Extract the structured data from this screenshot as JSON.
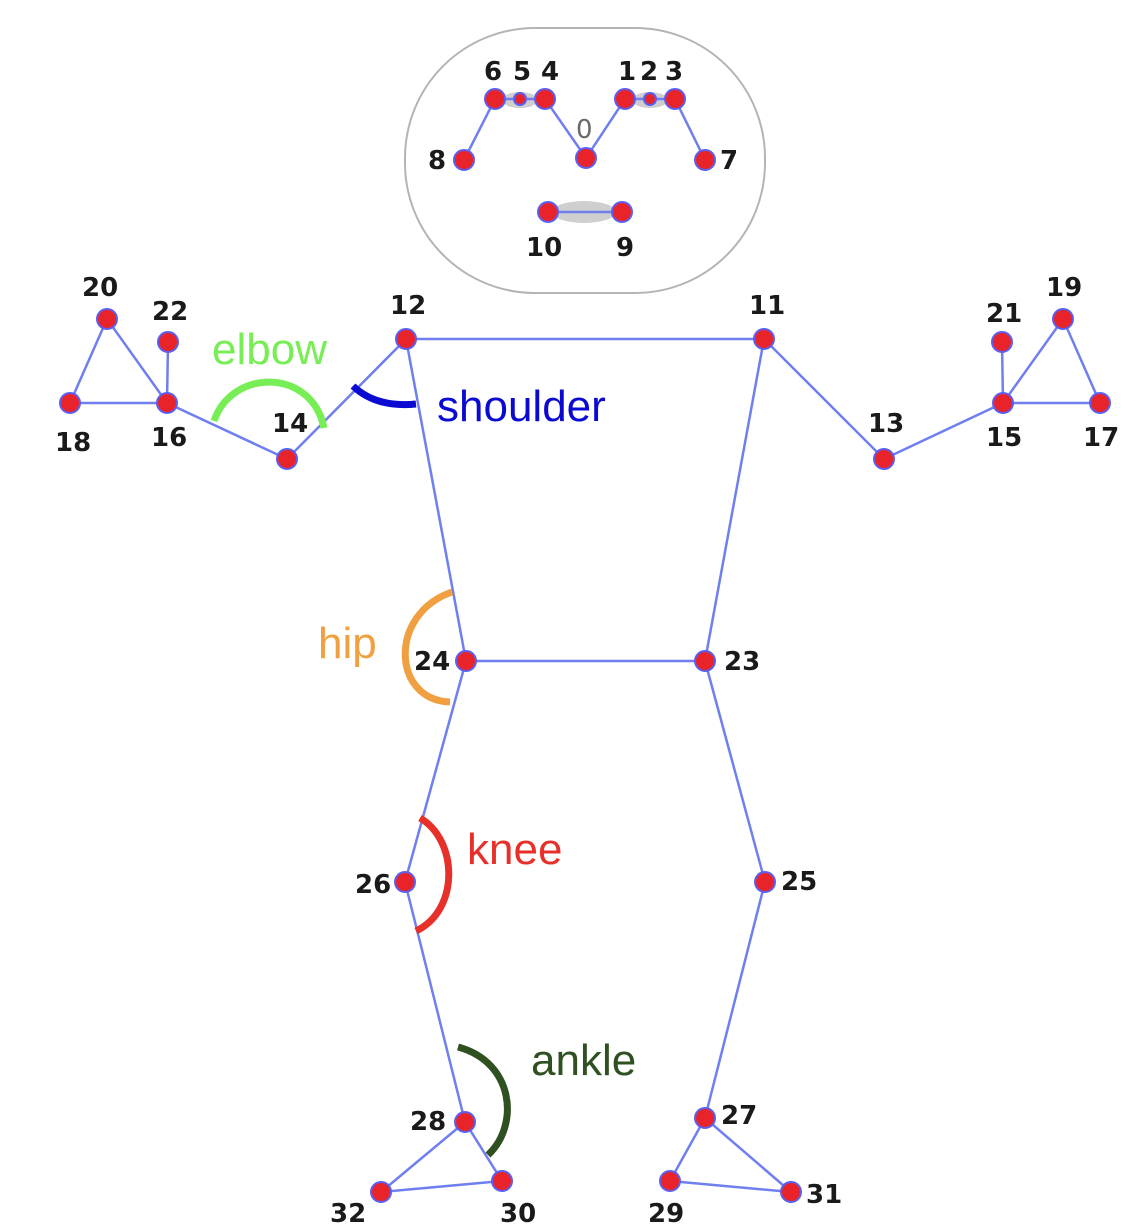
{
  "keypoint_labels": {
    "k0": "0",
    "k1": "1",
    "k2": "2",
    "k3": "3",
    "k4": "4",
    "k5": "5",
    "k6": "6",
    "k7": "7",
    "k8": "8",
    "k9": "9",
    "k10": "10",
    "k11": "11",
    "k12": "12",
    "k13": "13",
    "k14": "14",
    "k15": "15",
    "k16": "16",
    "k17": "17",
    "k18": "18",
    "k19": "19",
    "k20": "20",
    "k21": "21",
    "k22": "22",
    "k23": "23",
    "k24": "24",
    "k25": "25",
    "k26": "26",
    "k27": "27",
    "k28": "28",
    "k29": "29",
    "k30": "30",
    "k31": "31",
    "k32": "32"
  },
  "joint_labels": {
    "elbow": "elbow",
    "shoulder": "shoulder",
    "hip": "hip",
    "knee": "knee",
    "ankle": "ankle"
  },
  "colors": {
    "elbow": "#77ee55",
    "shoulder": "#0a0ad2",
    "hip": "#f0a040",
    "knee": "#e8302a",
    "ankle": "#2f5020",
    "keypoint": "#e8242a",
    "bone": "#6f7ff0"
  }
}
